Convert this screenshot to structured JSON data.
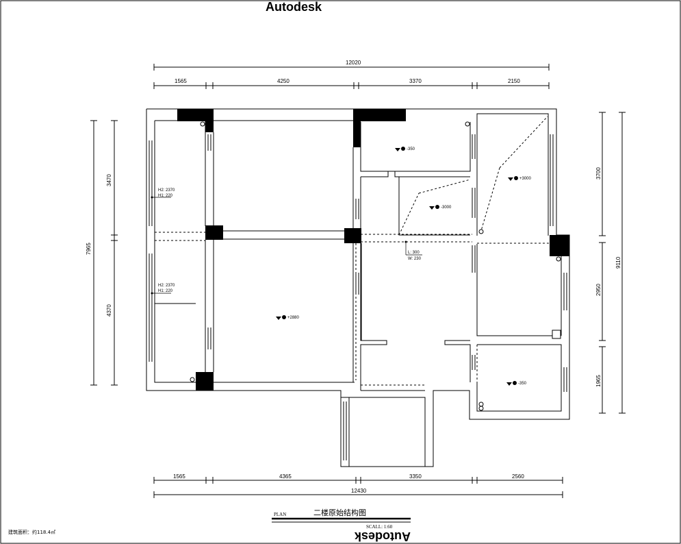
{
  "brand": {
    "top": "Autodesk",
    "bottom": "Autodesk"
  },
  "drawing": {
    "title": "二楼原始结构图",
    "plan_label": "PLAN",
    "scale_label": "SCALL: 1:60",
    "area_label": "建筑面积：约118.4㎡"
  },
  "dims_top": {
    "total": "12020",
    "segments": [
      "1565",
      "4250",
      "3370",
      "2150"
    ]
  },
  "dims_bottom": {
    "total": "12430",
    "segments": [
      "1565",
      "4365",
      "3350",
      "2560"
    ]
  },
  "dims_left": {
    "total": "7965",
    "segments": [
      "3470",
      "4370"
    ]
  },
  "dims_right": {
    "total": "9110",
    "segments": [
      "3700",
      "2950",
      "1965"
    ]
  },
  "elevations": [
    "-350",
    "-3000",
    "+3000",
    "+2880",
    "-350"
  ],
  "window_notes": [
    {
      "line1": "H2: 2370",
      "line2": "H1: 220"
    },
    {
      "line1": "H2: 2370",
      "line2": "H1: 220"
    }
  ],
  "beam_note": {
    "line1": "L: 300",
    "line2": "W: 230"
  }
}
